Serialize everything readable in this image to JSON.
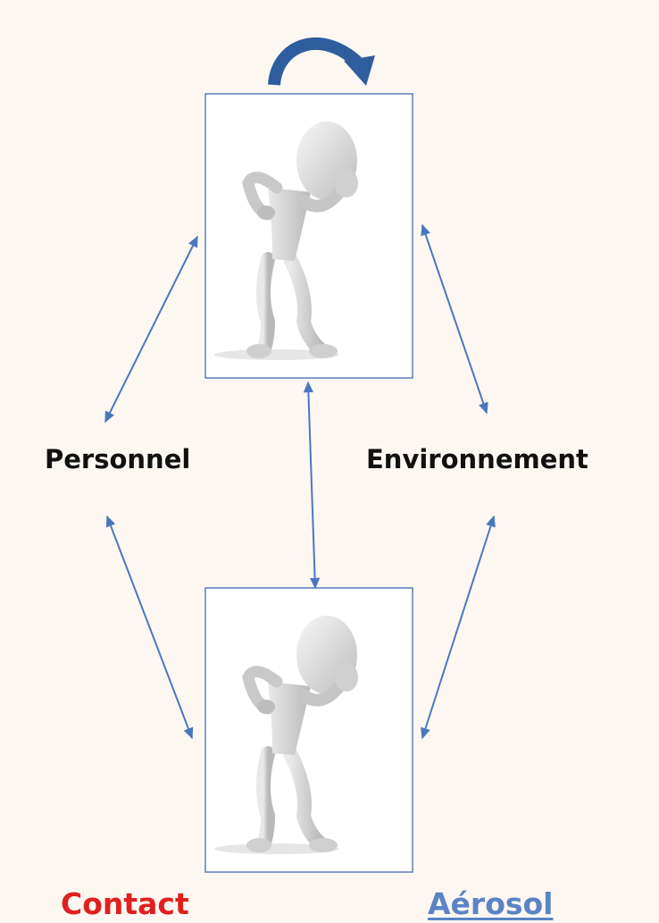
{
  "diagram": {
    "nodes": {
      "personnel": "Personnel",
      "environnement": "Environnement"
    },
    "legend": {
      "contact": "Contact",
      "aerosol": "Aérosol"
    },
    "figures": [
      {
        "name": "infected-patient-figure"
      },
      {
        "name": "exposed-patient-figure"
      }
    ]
  },
  "colors": {
    "background": "#fdf7f2",
    "arrow": "#4a78bf",
    "loop_arrow": "#2e5e9e",
    "box_border": "#5b7fb8",
    "contact": "#e0201e",
    "aerosol": "#5a84c6",
    "label": "#111111"
  }
}
